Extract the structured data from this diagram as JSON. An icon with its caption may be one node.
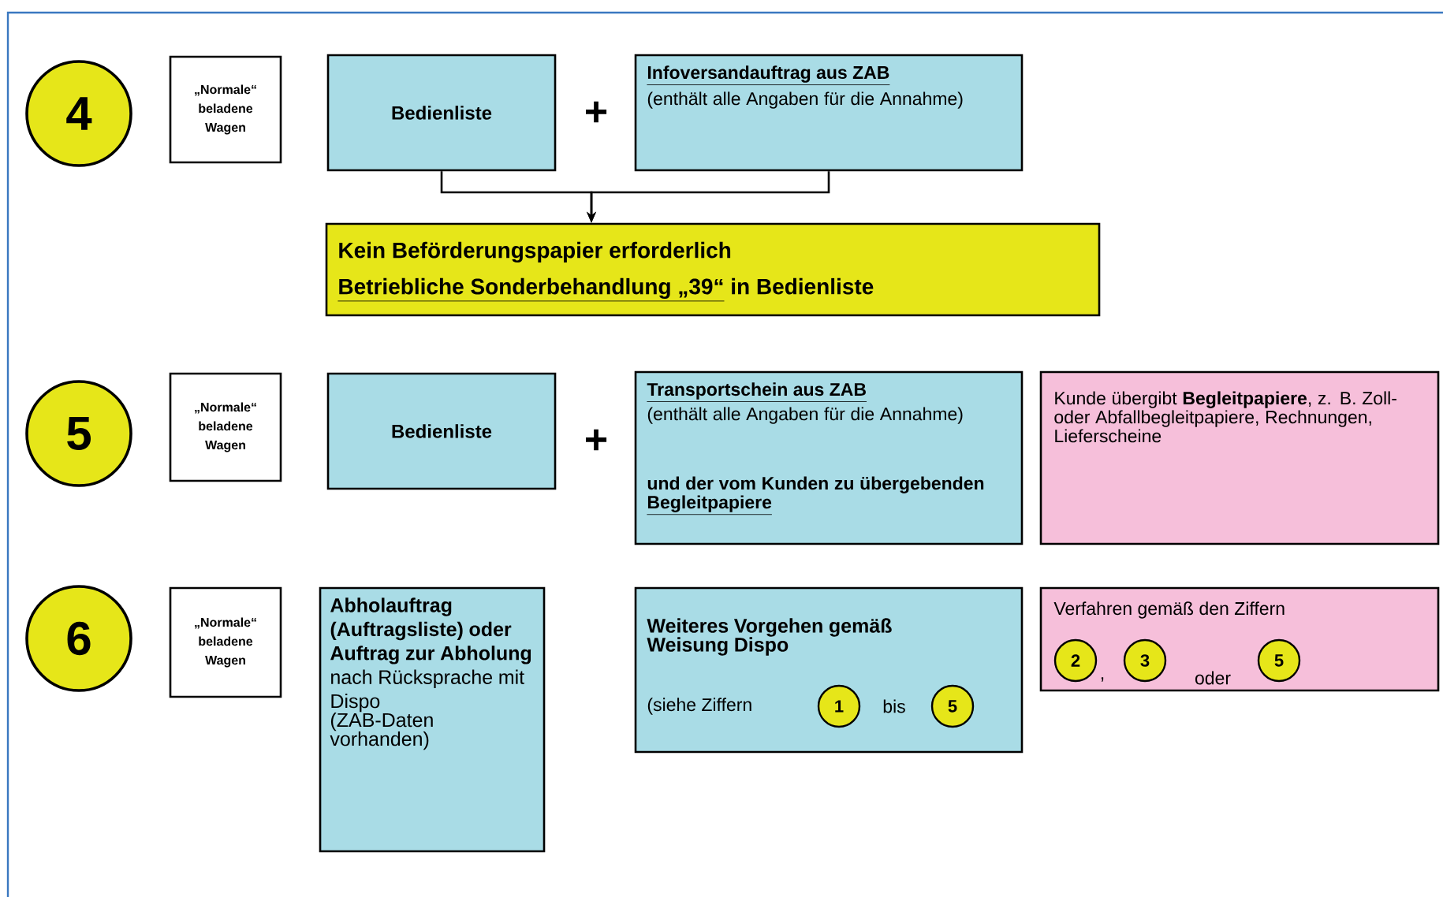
{
  "diagram": {
    "nodes": [
      {
        "text": [
          "4"
        ]
      },
      {
        "text": [
          "„Normale“ beladene Wagen"
        ]
      },
      {
        "text": [
          "Bedienliste"
        ]
      },
      {
        "text": [
          "Infoversandauftrag aus ZAB",
          "(enthält alle Angaben für die Annahme)"
        ]
      },
      {
        "text": [
          "Kein Beförderungspapier erforderlich",
          "Betriebliche Sonderbehandlung „39“",
          "in Bedienliste"
        ]
      },
      {
        "text": [
          "5"
        ]
      },
      {
        "text": [
          "„Normale“ beladene Wagen"
        ]
      },
      {
        "text": [
          "Bedienliste"
        ]
      },
      {
        "text": [
          "Transportschein aus ZAB",
          "(enthält alle Angaben für die Annahme)",
          "und der vom Kunden zu übergebenden",
          "Begleitpapiere"
        ]
      },
      {
        "text": [
          "Kunde übergibt **Begleitpapiere**, z. B. Zoll- oder Abfallbegleitpapiere, Rechnungen, Lieferscheine"
        ]
      },
      {
        "text": [
          "6"
        ]
      },
      {
        "text": [
          "„Normale“ beladene Wagen"
        ]
      },
      {
        "text": [
          "Abholauftrag (Auftragsliste) oder Auftrag zur Abholung",
          "nach Rücksprache mit Dispo",
          "(ZAB-Daten vorhanden)"
        ]
      },
      {
        "text": [
          "Weiteres Vorgehen gemäß Weisung Dispo",
          "(siehe Ziffern",
          "bis"
        ]
      },
      {
        "text": [
          "1"
        ],
        "in": 13
      },
      {
        "text": [
          "5"
        ],
        "in": 13
      },
      {
        "text": [
          "Verfahren gemäß den Ziffern",
          ",",
          "oder"
        ]
      },
      {
        "text": [
          "2"
        ],
        "in": 16
      },
      {
        "text": [
          "3"
        ],
        "in": 16
      },
      {
        "text": [
          "5"
        ],
        "in": 16
      }
    ],
    "edges": [
      {
        "from": 2,
        "to": 4,
        "arrow": "to"
      },
      {
        "from": 3,
        "to": 4,
        "arrow": "to"
      }
    ],
    "labels": [
      "+",
      "+"
    ]
  }
}
